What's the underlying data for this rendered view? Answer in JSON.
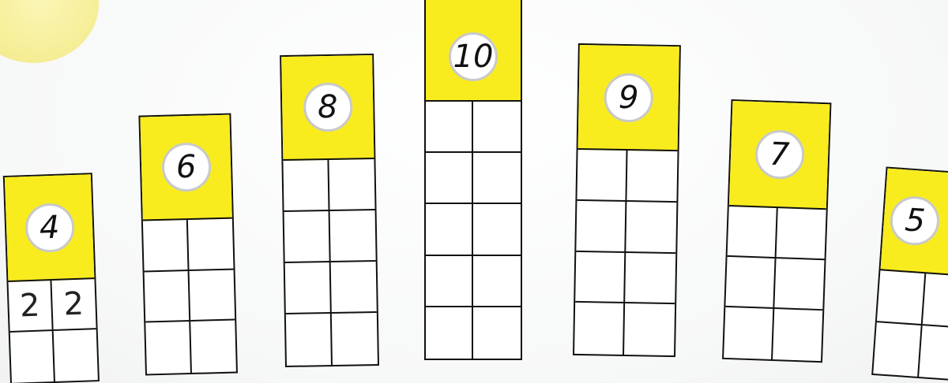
{
  "houses": [
    {
      "roof_number": "4",
      "rows": 2,
      "cells": [
        "2",
        "2",
        "",
        ""
      ]
    },
    {
      "roof_number": "6",
      "rows": 3,
      "cells": [
        "",
        "",
        "",
        "",
        "",
        ""
      ]
    },
    {
      "roof_number": "8",
      "rows": 4,
      "cells": [
        "",
        "",
        "",
        "",
        "",
        "",
        "",
        ""
      ]
    },
    {
      "roof_number": "10",
      "rows": 5,
      "cells": [
        "",
        "",
        "",
        "",
        "",
        "",
        "",
        "",
        "",
        ""
      ]
    },
    {
      "roof_number": "9",
      "rows": 4,
      "cells": [
        "",
        "",
        "",
        "",
        "",
        "",
        "",
        ""
      ]
    },
    {
      "roof_number": "7",
      "rows": 3,
      "cells": [
        "",
        "",
        "",
        "",
        "",
        ""
      ]
    },
    {
      "roof_number": "5",
      "rows": 2,
      "cells": [
        "",
        "",
        "",
        ""
      ]
    }
  ],
  "colors": {
    "roof": "#f8ec1f",
    "outline": "#111111",
    "circle_border": "#c9c9c9",
    "sun": "#f6ee97"
  }
}
